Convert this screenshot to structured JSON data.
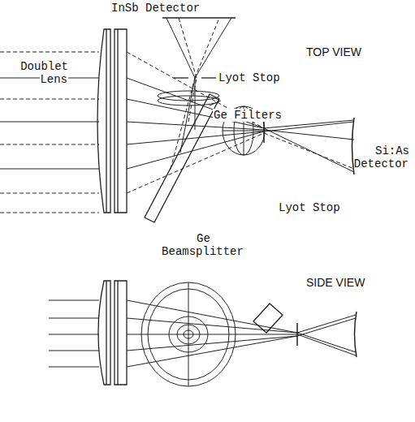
{
  "diagram": {
    "labels": [
      "InSb Detector",
      "TOP VIEW",
      "Doublet Lens",
      "Lyot Stop",
      "Ge Filters",
      "Si:As Detector",
      "Lyot Stop",
      "Ge Beamsplitter",
      "SIDE VIEW"
    ]
  }
}
